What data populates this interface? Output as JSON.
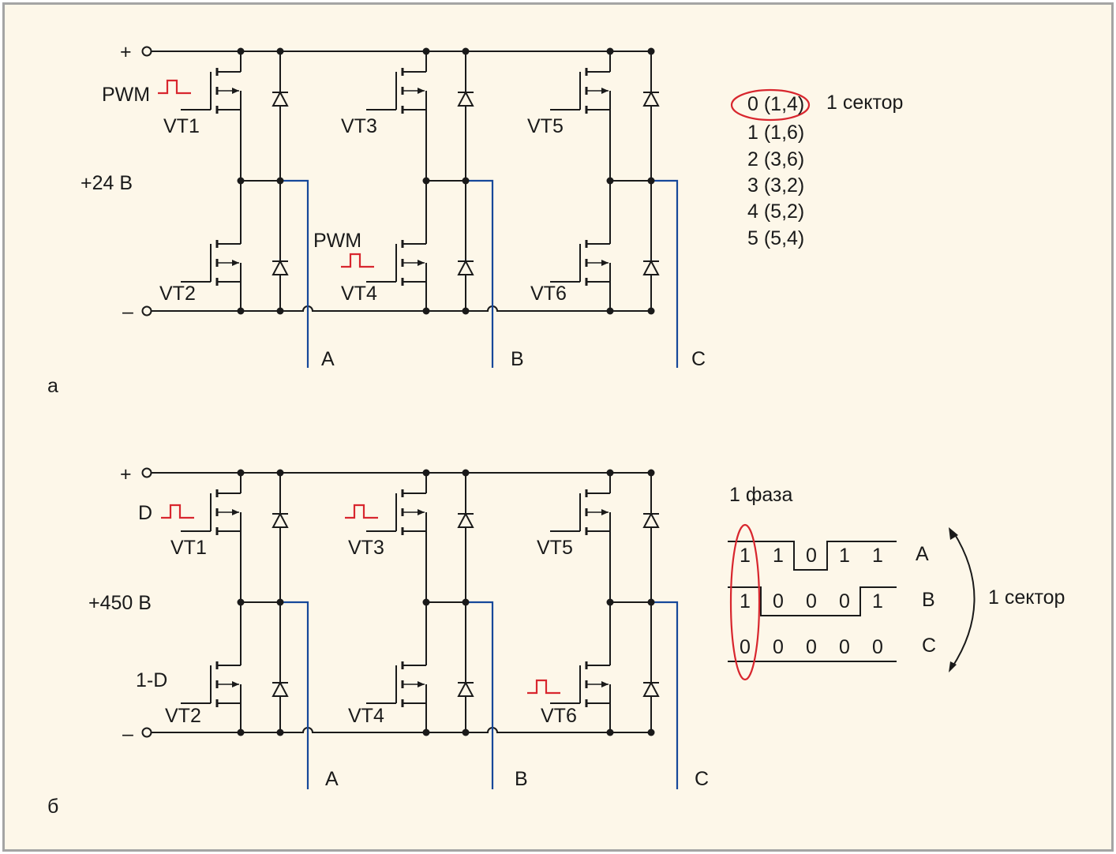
{
  "colors": {
    "background": "#fdf7e9",
    "border": "#a4a4a4",
    "wire": "#1a1a1a",
    "phase_wire": "#16489a",
    "highlight": "#d8262e"
  },
  "panel_a": {
    "caption": "а",
    "plus": "+",
    "minus": "–",
    "voltage": "+24 В",
    "pwm_vt1": "PWM",
    "pwm_vt4": "PWM",
    "transistors": {
      "vt1": "VT1",
      "vt2": "VT2",
      "vt3": "VT3",
      "vt4": "VT4",
      "vt5": "VT5",
      "vt6": "VT6"
    },
    "phases": {
      "a": "A",
      "b": "B",
      "c": "C"
    },
    "states": [
      "0 (1,4)",
      "1 (1,6)",
      "2 (3,6)",
      "3 (3,2)",
      "4 (5,2)",
      "5 (5,4)"
    ],
    "sector_label": "1 сектор"
  },
  "panel_b": {
    "caption": "б",
    "plus": "+",
    "minus": "–",
    "voltage": "+450 В",
    "duty_d": "D",
    "duty_1d": "1-D",
    "transistors": {
      "vt1": "VT1",
      "vt2": "VT2",
      "vt3": "VT3",
      "vt4": "VT4",
      "vt5": "VT5",
      "vt6": "VT6"
    },
    "phases": {
      "a": "A",
      "b": "B",
      "c": "C"
    },
    "timing_title": "1 фаза",
    "timing_rows": [
      {
        "label": "A",
        "bits": [
          "1",
          "1",
          "0",
          "1",
          "1"
        ]
      },
      {
        "label": "B",
        "bits": [
          "1",
          "0",
          "0",
          "0",
          "1"
        ]
      },
      {
        "label": "C",
        "bits": [
          "0",
          "0",
          "0",
          "0",
          "0"
        ]
      }
    ],
    "sector_label": "1 сектор"
  }
}
